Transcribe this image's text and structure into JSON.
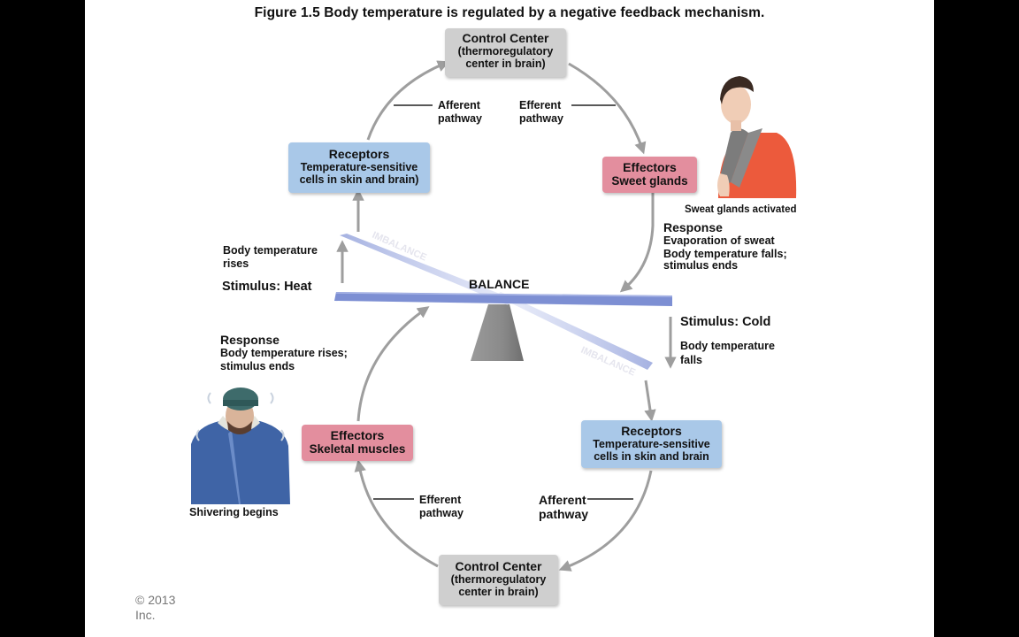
{
  "title": "Figure 1.5  Body temperature is regulated by a negative feedback mechanism.",
  "colors": {
    "control_center_box": "#cfcfcf",
    "receptors_box": "#a9c8e8",
    "effectors_box": "#e38e9e",
    "arrow": "#9e9e9e",
    "seesaw_beam": "#7d8fd3",
    "seesaw_fulcrum": "#8f8f8f"
  },
  "top_loop": {
    "control_center": {
      "heading": "Control Center",
      "line1": "(thermoregulatory",
      "line2": "center in brain)"
    },
    "afferent_label": {
      "line1": "Afferent",
      "line2": "pathway"
    },
    "efferent_label": {
      "line1": "Efferent",
      "line2": "pathway"
    },
    "receptors": {
      "heading": "Receptors",
      "line1": "Temperature-sensitive",
      "line2": "cells in skin and brain)"
    },
    "effectors": {
      "heading": "Effectors",
      "line1": "Sweet glands"
    },
    "image_caption": "Sweat glands activated",
    "response": {
      "heading": "Response",
      "line1": "Evaporation of sweat",
      "line2": "Body temperature falls;",
      "line3": "stimulus ends"
    },
    "change_label": {
      "line1": "Body temperature",
      "line2": "rises"
    },
    "stimulus": "Stimulus: Heat"
  },
  "balance": {
    "label": "BALANCE",
    "imbalance_label": "IMBALANCE"
  },
  "bottom_loop": {
    "stimulus": "Stimulus: Cold",
    "change_label": {
      "line1": "Body temperature",
      "line2": "falls"
    },
    "receptors": {
      "heading": "Receptors",
      "line1": "Temperature-sensitive",
      "line2": "cells in skin and brain"
    },
    "afferent_label": {
      "line1": "Afferent",
      "line2": "pathway"
    },
    "efferent_label": {
      "line1": "Efferent",
      "line2": "pathway"
    },
    "control_center": {
      "heading": "Control Center",
      "line1": "(thermoregulatory",
      "line2": "center in brain)"
    },
    "effectors": {
      "heading": "Effectors",
      "line1": "Skeletal muscles"
    },
    "image_caption": "Shivering begins",
    "response": {
      "heading": "Response",
      "line1": "Body temperature rises;",
      "line2": "stimulus ends"
    }
  },
  "copyright": {
    "line1": "© 2013",
    "line2": "Inc."
  }
}
